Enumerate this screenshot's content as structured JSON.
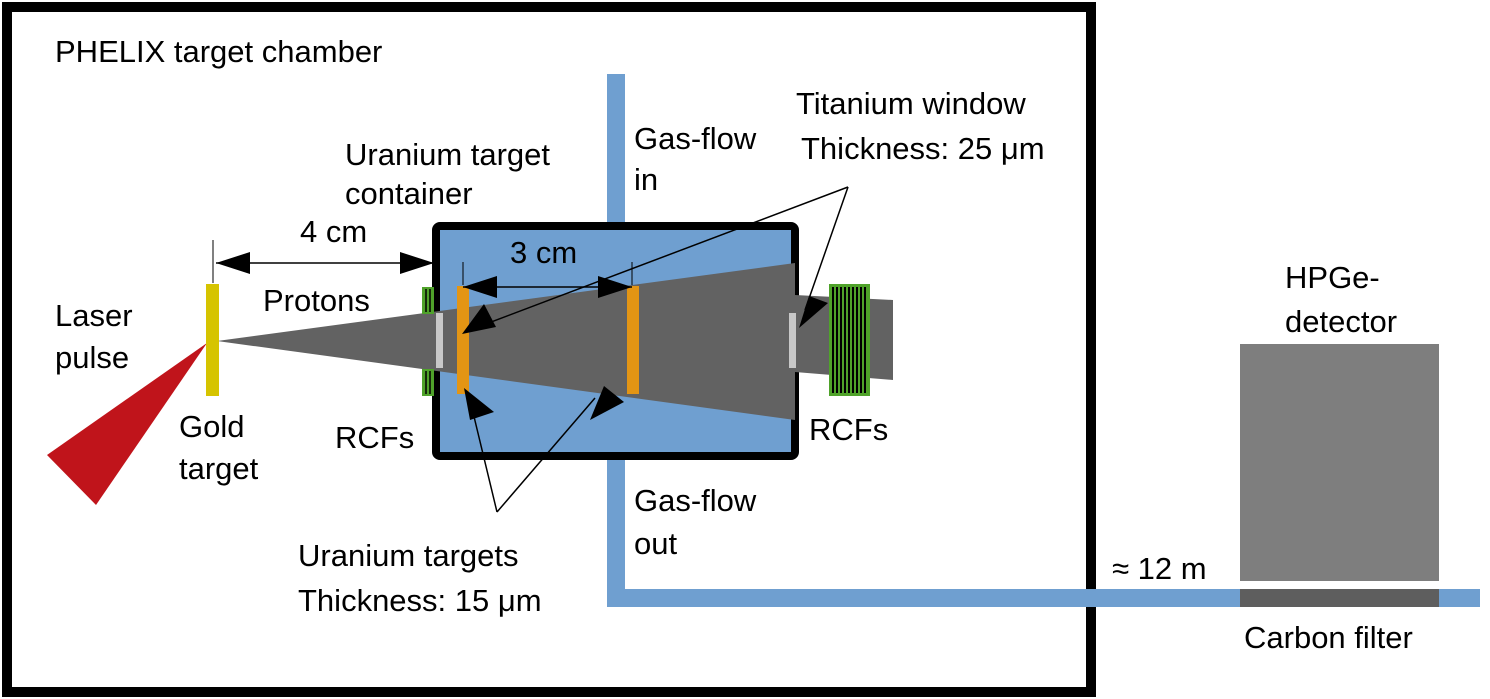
{
  "labels": {
    "chamber": "PHELIX target chamber",
    "laser_line1": "Laser",
    "laser_line2": "pulse",
    "gold_line1": "Gold",
    "gold_line2": "target",
    "protons": "Protons",
    "distance_4cm": "4 cm",
    "distance_3cm": "3 cm",
    "container_line1": "Uranium target",
    "container_line2": "container",
    "gas_in_line1": "Gas-flow",
    "gas_in_line2": "in",
    "gas_out_line1": "Gas-flow",
    "gas_out_line2": "out",
    "titanium_line1": "Titanium window",
    "titanium_line2": "Thickness: 25 μm",
    "uranium_line1": "Uranium targets",
    "uranium_line2": "Thickness: 15 μm",
    "rcfs_left": "RCFs",
    "rcfs_right": "RCFs",
    "hpge_line1": "HPGe-",
    "hpge_line2": "detector",
    "distance_12m": "≈ 12 m",
    "carbon_filter": "Carbon filter"
  },
  "colors": {
    "chamber_border": "#000000",
    "container_fill": "#6f9fd0",
    "gas_pipe": "#6f9fd0",
    "proton_beam": "#626262",
    "laser": "#c0141b",
    "gold_target": "#d6c400",
    "uranium_target": "#e39514",
    "rcf_green": "#4fa22a",
    "titanium_window": "#c8c8c8",
    "hpge_detector": "#7e7e7e",
    "carbon_filter": "#5e5e5e"
  }
}
